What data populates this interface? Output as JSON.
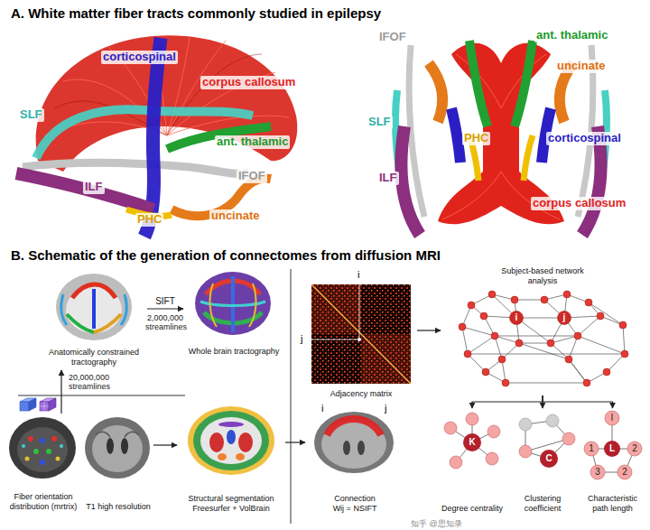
{
  "diagram": {
    "title": "A. White matter fiber tracts commonly studied in epilepsy",
    "nodes": [
      {
        "text": [
          "Anatomically constrained tractography"
        ]
      },
      {
        "text": [
          "Whole brain tractography"
        ]
      },
      {
        "text": [
          "Fiber orientation distribution (mrtrix)"
        ]
      },
      {
        "text": [
          "T1 high resolution"
        ]
      },
      {
        "text": [
          "Structural segmentation Freesurfer + VolBrain"
        ]
      },
      {
        "text": [
          "Adjacency matrix"
        ]
      },
      {
        "text": [
          "Connection",
          "Wij = NSIFT"
        ]
      },
      {
        "text": [
          "Subject-based network analysis"
        ]
      },
      {
        "text": [
          "Degree centrality"
        ]
      },
      {
        "text": [
          "Clustering coefficient"
        ]
      },
      {
        "text": [
          "Characteristic path length"
        ]
      }
    ],
    "edges": [
      {
        "from": 0,
        "to": 1,
        "arrow": "to",
        "label": "SIFT"
      },
      {
        "from": 2,
        "to": 0,
        "arrow": "to"
      },
      {
        "from": 3,
        "to": 4,
        "arrow": "to"
      },
      {
        "from": 4,
        "to": 6,
        "arrow": "to"
      },
      {
        "from": 5,
        "to": 7,
        "arrow": "to"
      },
      {
        "from": 7,
        "to": 8,
        "arrow": "to"
      },
      {
        "from": 7,
        "to": 9,
        "arrow": "to"
      },
      {
        "from": 7,
        "to": 10,
        "arrow": "to"
      }
    ],
    "labels": [
      "B. Schematic of the generation of connectomes from diffusion MRI",
      "corticospinal",
      "corpus callosum",
      "SLF",
      "ant. thalamic",
      "IFOF",
      "ILF",
      "PHC",
      "uncinate",
      "IFOF",
      "ant. thalamic",
      "uncinate",
      "SLF",
      "corticospinal",
      "PHC",
      "ILF",
      "corpus callosum",
      "2,000,000 streamlines",
      "20,000,000 streamlines",
      "i",
      "j",
      "i",
      "j",
      "i",
      "j",
      "K",
      "C",
      "I",
      "1",
      "L",
      "2",
      "3",
      "2",
      "知乎 @思知录"
    ]
  }
}
